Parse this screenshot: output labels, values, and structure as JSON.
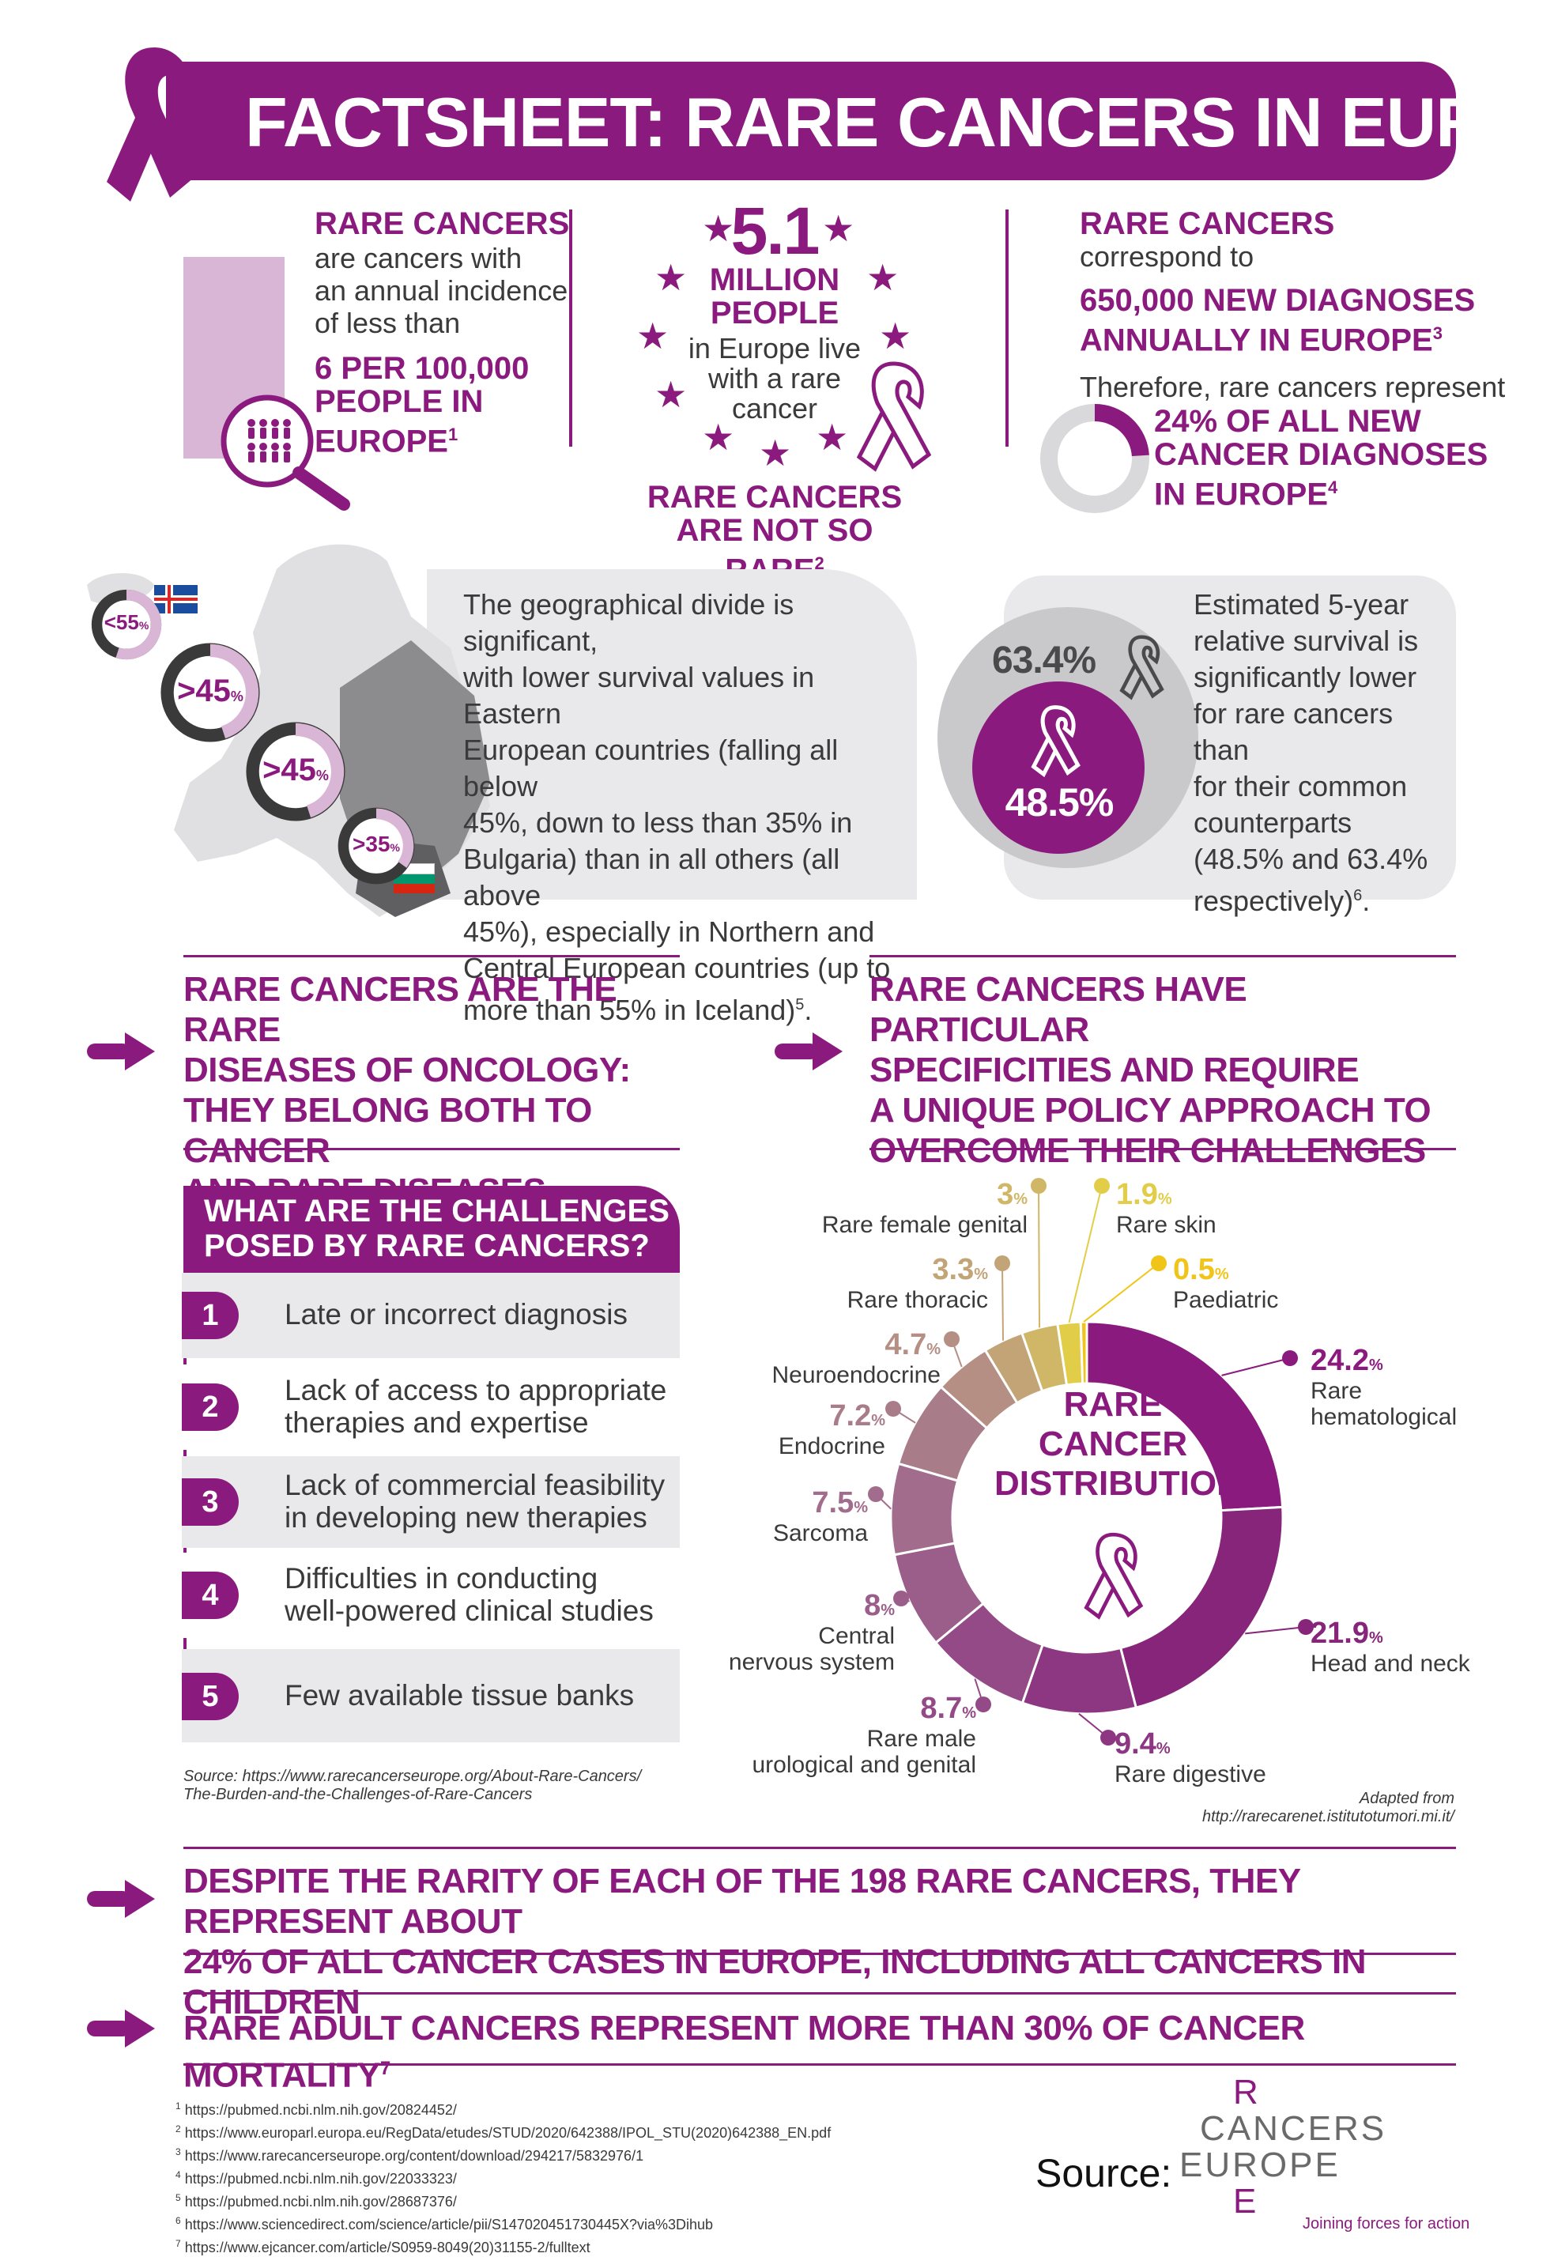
{
  "header": {
    "title": "FACTSHEET: RARE CANCERS IN EUROPE"
  },
  "facts": {
    "left": {
      "heading": "RARE CANCERS",
      "lines": [
        "are cancers with",
        "an annual incidence",
        "of less than"
      ],
      "highlight": [
        "6 PER 100,000",
        "PEOPLE IN",
        "EUROPE"
      ],
      "ref": "1"
    },
    "middle": {
      "number": "5.1",
      "unit_lines": [
        "MILLION",
        "PEOPLE"
      ],
      "lines": [
        "in Europe live",
        "with a rare",
        "cancer"
      ],
      "tagline": [
        "RARE CANCERS",
        "ARE NOT SO RARE"
      ],
      "ref": "2"
    },
    "right": {
      "heading": "RARE CANCERS",
      "line1": "correspond to",
      "highlight": [
        "650,000 NEW DIAGNOSES",
        "ANNUALLY IN EUROPE"
      ],
      "ref3": "3",
      "therefore": "Therefore, rare cancers represent",
      "share": [
        "24% OF ALL NEW",
        "CANCER DIAGNOSES",
        "IN EUROPE"
      ],
      "ref4": "4",
      "share_fraction": 0.24
    }
  },
  "geo": {
    "rings": [
      {
        "label": "<55",
        "unit": "%",
        "value": 55
      },
      {
        "label": ">45",
        "unit": "%",
        "value": 45
      },
      {
        "label": ">45",
        "unit": "%",
        "value": 45
      },
      {
        "label": ">35",
        "unit": "%",
        "value": 35
      }
    ],
    "text_lines": [
      "The geographical divide is significant,",
      "with lower survival values in Eastern",
      "European countries (falling all below",
      "45%, down to less than 35% in",
      "Bulgaria) than in all others (all above",
      "45%), especially in Northern and",
      "Central European countries (up to",
      "more than 55% in Iceland)"
    ],
    "ref": "5"
  },
  "survival": {
    "common": "63.4%",
    "rare": "48.5%",
    "text_lines": [
      "Estimated 5-year",
      "relative survival is",
      "significantly lower",
      "for rare cancers than",
      "for their common",
      "counterparts",
      "(48.5% and 63.4%",
      "respectively)"
    ],
    "ref": "6"
  },
  "statements": {
    "left": [
      "RARE CANCERS ARE THE RARE",
      "DISEASES OF ONCOLOGY:",
      "THEY BELONG BOTH TO CANCER",
      "AND RARE DISEASES"
    ],
    "right": [
      "RARE CANCERS HAVE PARTICULAR",
      "SPECIFICITIES AND REQUIRE",
      "A UNIQUE POLICY APPROACH TO",
      "OVERCOME THEIR CHALLENGES"
    ]
  },
  "challenges": {
    "title": [
      "WHAT ARE THE CHALLENGES",
      "POSED BY RARE CANCERS?"
    ],
    "items": [
      {
        "num": "1",
        "lines": [
          "Late or incorrect diagnosis"
        ]
      },
      {
        "num": "2",
        "lines": [
          "Lack of access to appropriate",
          "therapies and expertise"
        ]
      },
      {
        "num": "3",
        "lines": [
          "Lack of commercial feasibility",
          "in developing new therapies"
        ]
      },
      {
        "num": "4",
        "lines": [
          "Difficulties in conducting",
          "well-powered clinical studies"
        ]
      },
      {
        "num": "5",
        "lines": [
          "Few available tissue banks"
        ]
      }
    ],
    "source": [
      "Source: https://www.rarecancerseurope.org/About-Rare-Cancers/",
      "The-Burden-and-the-Challenges-of-Rare-Cancers"
    ]
  },
  "chart_data": {
    "type": "pie",
    "title": "RARE CANCER DISTRIBUTION",
    "title_lines": [
      "RARE",
      "CANCER",
      "DISTRIBUTION"
    ],
    "slices": [
      {
        "label": "Rare hematological",
        "label_lines": [
          "Rare",
          "hematological"
        ],
        "value": 24.2,
        "color": "#8b1a7e"
      },
      {
        "label": "Head and neck",
        "label_lines": [
          "Head and neck"
        ],
        "value": 21.9,
        "color": "#86257a"
      },
      {
        "label": "Rare digestive",
        "label_lines": [
          "Rare digestive"
        ],
        "value": 9.4,
        "color": "#8d3682"
      },
      {
        "label": "Rare male urological and genital",
        "label_lines": [
          "Rare male",
          "urological and genital"
        ],
        "value": 8.7,
        "color": "#944a87"
      },
      {
        "label": "Central nervous system",
        "label_lines": [
          "Central",
          "nervous system"
        ],
        "value": 8,
        "color": "#9b5e8a"
      },
      {
        "label": "Sarcoma",
        "label_lines": [
          "Sarcoma"
        ],
        "value": 7.5,
        "color": "#a26d8c"
      },
      {
        "label": "Endocrine",
        "label_lines": [
          "Endocrine"
        ],
        "value": 7.2,
        "color": "#a97c8a"
      },
      {
        "label": "Neuroendocrine",
        "label_lines": [
          "Neuroendocrine"
        ],
        "value": 4.7,
        "color": "#b58f84"
      },
      {
        "label": "Rare thoracic",
        "label_lines": [
          "Rare thoracic"
        ],
        "value": 3.3,
        "color": "#c3a477"
      },
      {
        "label": "Rare female genital",
        "label_lines": [
          "Rare female genital"
        ],
        "value": 3,
        "color": "#d0b667"
      },
      {
        "label": "Rare skin",
        "label_lines": [
          "Rare skin"
        ],
        "value": 1.9,
        "color": "#e2cd48"
      },
      {
        "label": "Paediatric",
        "label_lines": [
          "Paediatric"
        ],
        "value": 0.5,
        "color": "#f0c419"
      }
    ],
    "value_unit": "%",
    "adapted_from": [
      "Adapted from",
      "http://rarecarenet.istitutotumori.mi.it/"
    ]
  },
  "bottom": {
    "statement1": [
      "DESPITE THE RARITY OF EACH OF THE 198 RARE CANCERS, THEY REPRESENT ABOUT",
      "24% OF ALL CANCER CASES IN EUROPE, INCLUDING ALL CANCERS IN CHILDREN"
    ],
    "statement2": "RARE ADULT CANCERS REPRESENT MORE THAN 30% OF CANCER MORTALITY",
    "statement2_ref": "7"
  },
  "footnotes": [
    {
      "n": "1",
      "url": "https://pubmed.ncbi.nlm.nih.gov/20824452/"
    },
    {
      "n": "2",
      "url": "https://www.europarl.europa.eu/RegData/etudes/STUD/2020/642388/IPOL_STU(2020)642388_EN.pdf"
    },
    {
      "n": "3",
      "url": "https://www.rarecancerseurope.org/content/download/294217/5832976/1"
    },
    {
      "n": "4",
      "url": "https://pubmed.ncbi.nlm.nih.gov/22033323/"
    },
    {
      "n": "5",
      "url": "https://pubmed.ncbi.nlm.nih.gov/28687376/"
    },
    {
      "n": "6",
      "url": "https://www.sciencedirect.com/science/article/pii/S147020451730445X?via%3Dihub"
    },
    {
      "n": "7",
      "url": "https://www.ejcancer.com/article/S0959-8049(20)31155-2/fulltext"
    }
  ],
  "source_logo": {
    "prefix": "Source:",
    "logo_r": "R",
    "logo_top": "CANCERS",
    "logo_bottom": "EUROPE",
    "logo_e": "E",
    "tagline": "Joining forces for action"
  },
  "colors": {
    "accent": "#8b1a7e",
    "panel_grey": "#e9e8ea",
    "light_purple": "#d9b5d6"
  }
}
